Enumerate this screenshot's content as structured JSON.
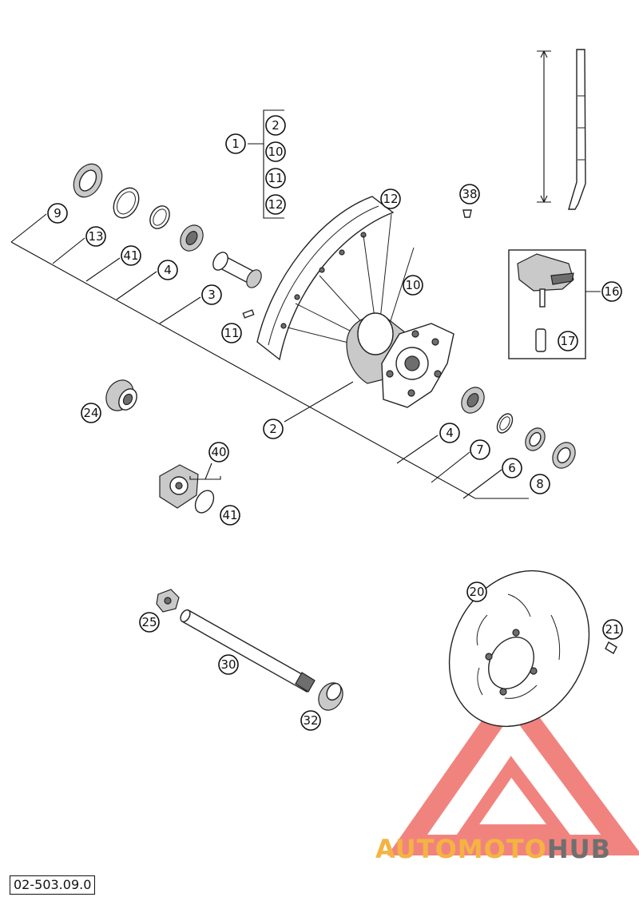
{
  "document_id": "02-503.09.0",
  "watermark": {
    "brand_part1": "AUTOMOTO",
    "brand_part2": "HUB",
    "triangle_color": "#e8322b",
    "text_color_1": "#f4b342",
    "text_color_2": "#6f6f6f"
  },
  "callouts": {
    "c1": "1",
    "c1_2": "2",
    "c1_10": "10",
    "c1_11": "11",
    "c1_12": "12",
    "c2": "2",
    "c3": "3",
    "c4a": "4",
    "c4b": "4",
    "c6": "6",
    "c7": "7",
    "c8": "8",
    "c9": "9",
    "c10": "10",
    "c11": "11",
    "c12": "12",
    "c13": "13",
    "c16": "16",
    "c17": "17",
    "c20": "20",
    "c21": "21",
    "c24": "24",
    "c25": "25",
    "c30": "30",
    "c32": "32",
    "c38": "38",
    "c40": "40",
    "c41a": "41",
    "c41b": "41"
  }
}
